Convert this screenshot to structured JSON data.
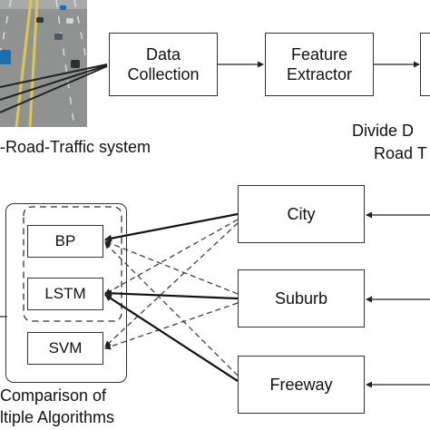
{
  "system_caption": "-Road-Traffic system",
  "pipeline": {
    "data_collection": [
      "Data",
      "Collection"
    ],
    "feature_extractor": [
      "Feature",
      "Extractor"
    ]
  },
  "divide_caption": [
    "Divide D",
    "Road T"
  ],
  "road_types": [
    "City",
    "Suburb",
    "Freeway"
  ],
  "algorithms": [
    "BP",
    "LSTM",
    "SVM"
  ],
  "comparison_caption": [
    "Comparison of",
    "ltiple Algorithms"
  ],
  "colors": {
    "stroke": "#333333",
    "text": "#111111",
    "road": "#8a8d8c",
    "lane_yellow": "#e0c64a",
    "car_blue": "#1a6fb0"
  },
  "icons": [
    "solid-arrow",
    "dashed-arrow",
    "road-photo"
  ]
}
